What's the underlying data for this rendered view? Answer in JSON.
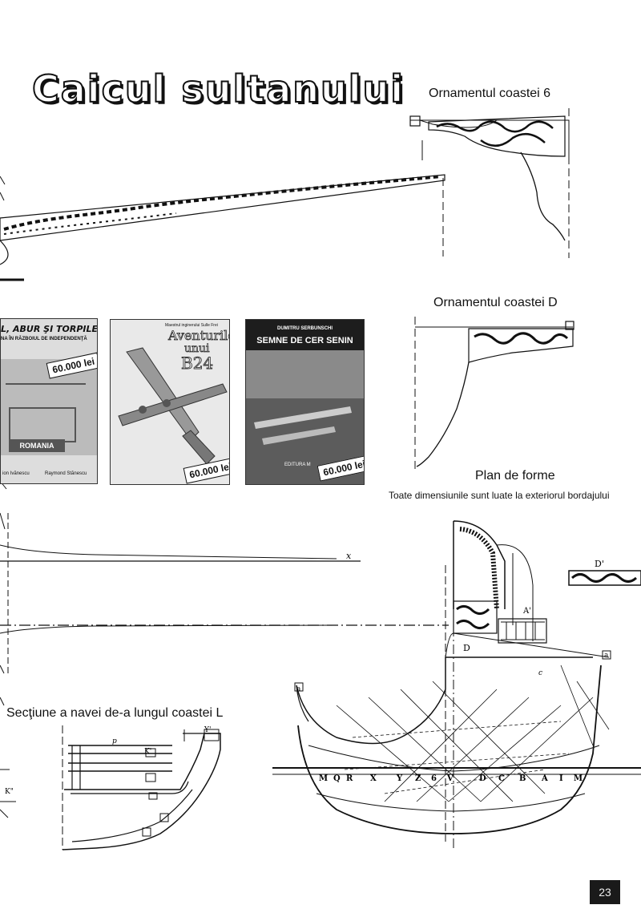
{
  "page": {
    "title": "Caicul sultanului",
    "page_number": "23"
  },
  "captions": {
    "ornament_6": "Ornamentul coastei 6",
    "ornament_d": "Ornamentul coastei D",
    "plan_title": "Plan de forme",
    "plan_subtitle": "Toate dimensiunile sunt luate la exteriorul bordajului",
    "section": "Secţiune a navei de-a lungul coastei L"
  },
  "books": [
    {
      "title": "L, ABUR ŞI TORPILE",
      "subtitle": "NA ÎN RĂZBOIUL DE INDEPENDENŢĂ",
      "badge": "ROMANIA",
      "authors": [
        "ion Ivănescu",
        "Raymond Stănescu"
      ],
      "price": "60.000 lei"
    },
    {
      "series": "Maestrul inginerului Sulle Frei",
      "title_line1": "Aventurile",
      "title_line2": "unui",
      "title_line3": "B24",
      "price": "60.000 lei"
    },
    {
      "author": "DUMITRU SERBUNSCHI",
      "title": "SEMNE DE CER SENIN",
      "publisher": "EDITURA M",
      "price": "60.000 lei"
    }
  ],
  "drawing_labels": {
    "d_prime": "D'",
    "x": "x",
    "a_prime": "A'",
    "d": "D",
    "y_prime": "Y'",
    "k_prime": "K'",
    "k_double": "K\"",
    "waterline": [
      "M",
      "Q",
      "R",
      "X",
      "Y",
      "Z",
      "6",
      "V",
      "D",
      "C",
      "B",
      "A",
      "I",
      "M"
    ],
    "a": "a",
    "c": "c",
    "p": "p"
  }
}
